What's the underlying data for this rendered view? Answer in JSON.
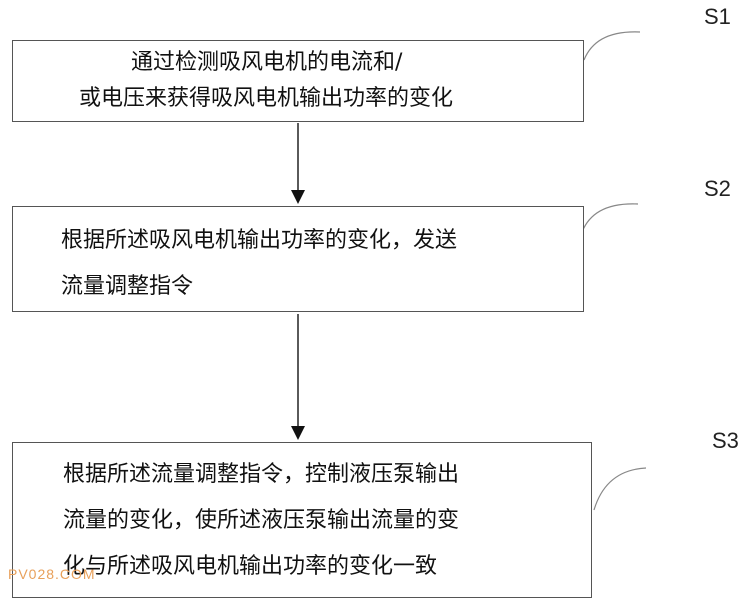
{
  "steps": [
    {
      "label": "S1",
      "lines": [
        "通过检测吸风电机的电流和/",
        "或电压来获得吸风电机输出功率的变化"
      ]
    },
    {
      "label": "S2",
      "lines": [
        "根据所述吸风电机输出功率的变化，发送",
        "流量调整指令"
      ]
    },
    {
      "label": "S3",
      "lines": [
        "根据所述流量调整指令，控制液压泵输出",
        "流量的变化，使所述液压泵输出流量的变",
        "化与所述吸风电机输出功率的变化一致"
      ]
    }
  ],
  "watermark": "PV028.COM"
}
